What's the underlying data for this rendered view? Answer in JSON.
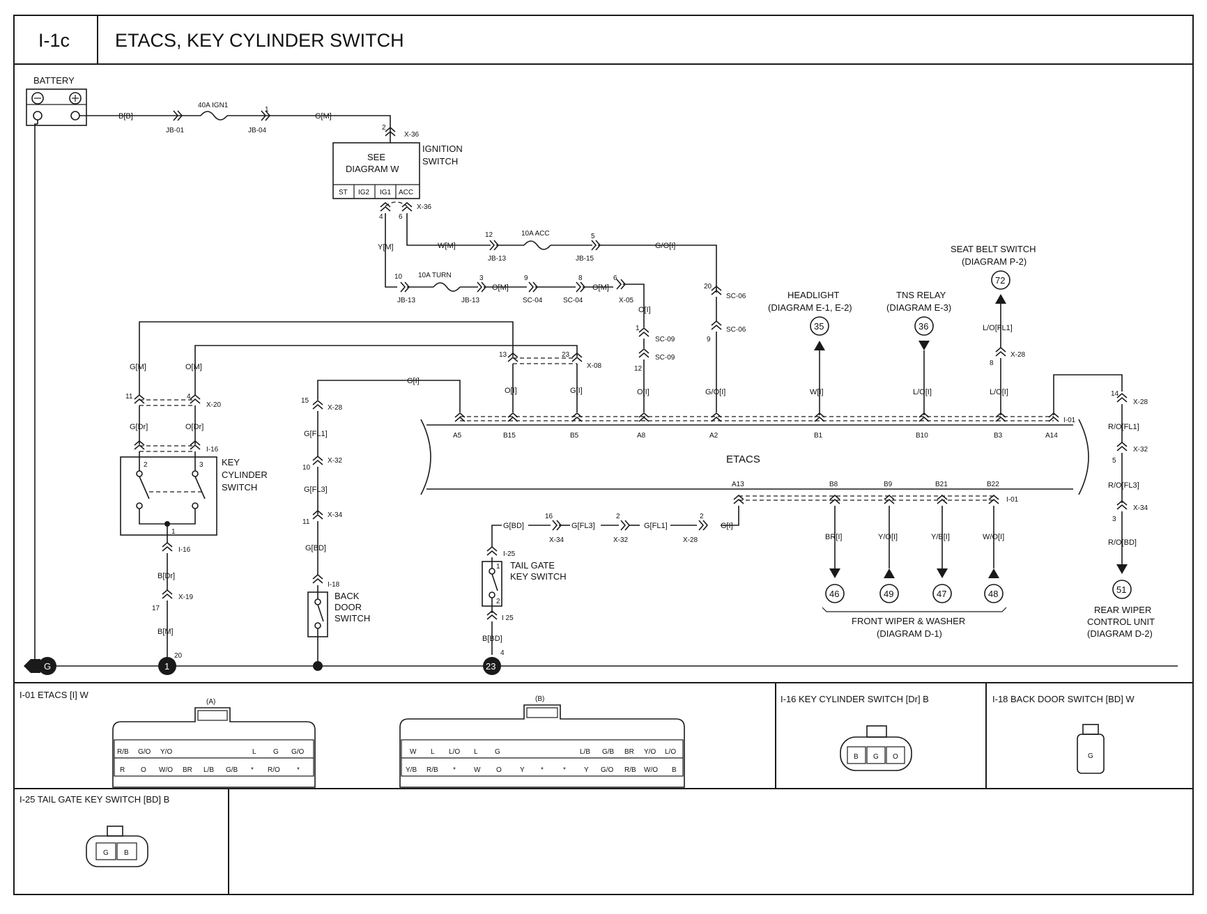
{
  "title_id": "I-1c",
  "title": "ETACS, KEY CYLINDER SWITCH",
  "battery_label": "BATTERY",
  "wires": {
    "bb": "B[B]",
    "gm1": "G[M]",
    "ym": "Y[M]",
    "wm": "W[M]",
    "goi": "G/O[I]",
    "om1": "O[M]",
    "om2": "O[M]",
    "oi1": "O[I]",
    "oi2": "O[I]",
    "goi2": "G/O[I]",
    "gm2": "G[M]",
    "om3": "O[M]",
    "gdr": "G[Dr]",
    "odr": "O[Dr]",
    "bdr": "B[Dr]",
    "bm": "B[M]",
    "gi1": "G[I]",
    "oi3": "O[I]",
    "gi2": "G[I]",
    "wi": "W[I]",
    "loi1": "L/O[I]",
    "loi2": "L/O[I]",
    "lofl1": "L/O[FL1]",
    "gfl1": "G[FL1]",
    "gfl3": "G[FL3]",
    "gbd": "G[BD]",
    "gbd2": "G[BD]",
    "gfl3b": "G[FL3]",
    "gfl1b": "G[FL1]",
    "gi3": "G[I]",
    "bbd": "B[BD]",
    "bri": "BR[I]",
    "yoi": "Y/O[I]",
    "ybi": "Y/B[I]",
    "woi": "W/O[I]",
    "rofl1": "R/O[FL1]",
    "rofl3": "R/O[FL3]",
    "robd": "R/O[BD]"
  },
  "connectors": {
    "jb01": "JB-01",
    "jb04": "JB-04",
    "x36a": "X-36",
    "x36b": "X-36",
    "jb13a": "JB-13",
    "jb15": "JB-15",
    "jb13b": "JB-13",
    "jb13c": "JB-13",
    "sc04a": "SC-04",
    "sc04b": "SC-04",
    "x05": "X-05",
    "sc06a": "SC-06",
    "sc06b": "SC-06",
    "sc09a": "SC-09",
    "sc09b": "SC-09",
    "x08": "X-08",
    "x20": "X-20",
    "i16a": "I-16",
    "i16b": "I-16",
    "x19": "X-19",
    "x28a": "X-28",
    "x32a": "X-32",
    "x34a": "X-34",
    "i18": "I-18",
    "x28b": "X-28",
    "i01a": "I-01",
    "i01b": "I-01",
    "x28c": "X-28",
    "x32b": "X-32",
    "x34b": "X-34",
    "x34c": "X-34",
    "x32c": "X-32",
    "x28d": "X-28",
    "i25a": "I-25",
    "i25b": "I 25"
  },
  "fuses": {
    "ign1": "40A IGN1",
    "acc": "10A ACC",
    "turn": "10A TURN"
  },
  "pins": {
    "p1": "1",
    "p2": "2",
    "p6": "6",
    "p4": "4",
    "p12": "12",
    "p5": "5",
    "p10": "10",
    "p3": "3",
    "p9a": "9",
    "p8a": "8",
    "p6b": "6",
    "p20": "20",
    "p9b": "9",
    "p1b": "1",
    "p12b": "12",
    "p13": "13",
    "p23": "23",
    "p11": "11",
    "p4b": "4",
    "p8b": "8",
    "ks2": "2",
    "ks3": "3",
    "ks1": "1",
    "p17": "17",
    "p20b": "20",
    "p15": "15",
    "p10b": "10",
    "p11b": "11",
    "p14": "14",
    "p5b": "5",
    "p3b": "3",
    "p16": "16",
    "p2b": "2",
    "p2c": "2",
    "tg1": "1",
    "tg2": "2",
    "p4c": "4"
  },
  "ign_switch": {
    "see": "SEE",
    "diag": "DIAGRAM W",
    "label1": "IGNITION",
    "label2": "SWITCH",
    "terms": [
      "ST",
      "IG2",
      "IG1",
      "ACC"
    ]
  },
  "etacs": {
    "name": "ETACS",
    "top_pins": [
      "A5",
      "B15",
      "B5",
      "A8",
      "A2",
      "B1",
      "B10",
      "B3",
      "A14"
    ],
    "bottom_pins": [
      "A13",
      "B8",
      "B9",
      "B21",
      "B22"
    ]
  },
  "refs": {
    "headlight1": "HEADLIGHT",
    "headlight2": "(DIAGRAM E-1, E-2)",
    "headlight_no": "35",
    "tns1": "TNS RELAY",
    "tns2": "(DIAGRAM E-3)",
    "tns_no": "36",
    "seat1": "SEAT BELT SWITCH",
    "seat2": "(DIAGRAM P-2)",
    "seat_no": "72",
    "wiper_nos": [
      "46",
      "49",
      "47",
      "48"
    ],
    "fw1": "FRONT WIPER & WASHER",
    "fw2": "(DIAGRAM D-1)",
    "rear_no": "51",
    "rear1": "REAR WIPER",
    "rear2": "CONTROL UNIT",
    "rear3": "(DIAGRAM D-2)"
  },
  "components": {
    "kcs1": "KEY",
    "kcs2": "CYLINDER",
    "kcs3": "SWITCH",
    "bds1": "BACK",
    "bds2": "DOOR",
    "bds3": "SWITCH",
    "tg1": "TAIL GATE",
    "tg2": "KEY SWITCH"
  },
  "grounds": {
    "g_main": "G",
    "g1": "1",
    "g23": "23"
  },
  "connector_views": {
    "i01_title": "I-01 ETACS [I] W",
    "a_label": "(A)",
    "a_top": [
      "R/B",
      "G/O",
      "Y/O",
      "L",
      "G",
      "G/O"
    ],
    "a_bot": [
      "R",
      "O",
      "W/O",
      "BR",
      "L/B",
      "G/B",
      "*",
      "R/O",
      "*"
    ],
    "b_label": "(B)",
    "b_top": [
      "W",
      "L",
      "L/O",
      "L",
      "G",
      "L/B",
      "G/B",
      "BR",
      "Y/O",
      "L/O"
    ],
    "b_bot": [
      "Y/B",
      "R/B",
      "*",
      "W",
      "O",
      "Y",
      "*",
      "*",
      "Y",
      "G/O",
      "R/B",
      "W/O",
      "B"
    ],
    "i16_title": "I-16 KEY CYLINDER SWITCH [Dr] B",
    "i16_pins": [
      "B",
      "G",
      "O"
    ],
    "i18_title": "I-18 BACK DOOR SWITCH [BD] W",
    "i18_pin": "G",
    "i25_title": "I-25 TAIL GATE KEY SWITCH [BD] B",
    "i25_pins": [
      "G",
      "B"
    ]
  }
}
